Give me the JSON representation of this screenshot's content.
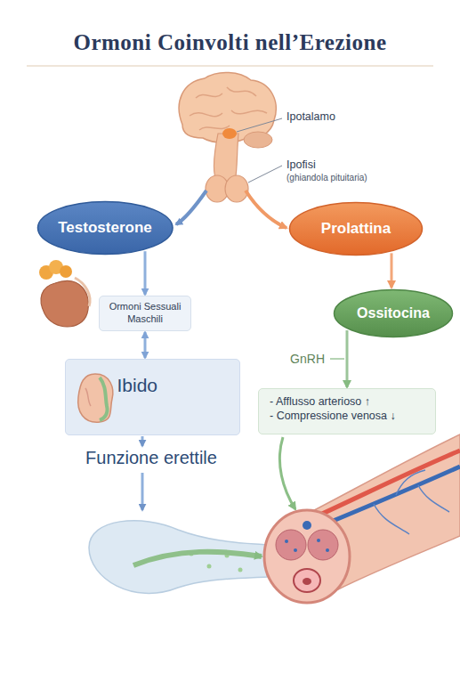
{
  "diagram": {
    "title": "Ormoni Coinvolti nell’Erezione",
    "nodes": [
      {
        "text": [
          "Testosterone"
        ]
      },
      {
        "text": [
          "Prolattina"
        ]
      },
      {
        "text": [
          "Ormoni Sessuali Maschili"
        ]
      },
      {
        "text": [
          "Ossitocina"
        ]
      },
      {
        "text": [
          "Ibido"
        ]
      },
      {
        "text": [
          "- Afflusso arterioso ↑",
          "- Compressione venosa ↓"
        ]
      }
    ],
    "edges": [
      {
        "from": 0,
        "to": 2,
        "arrow": "to"
      },
      {
        "from": 2,
        "to": 4,
        "arrow": "both"
      },
      {
        "from": 1,
        "to": 3,
        "arrow": "to"
      },
      {
        "from": 3,
        "to": 5,
        "arrow": "to",
        "label": "GnRH"
      }
    ],
    "labels": [
      "Ipotalamo",
      "Ipofisi",
      "(ghiandola pituitaria)",
      "Funzione erettile"
    ]
  }
}
